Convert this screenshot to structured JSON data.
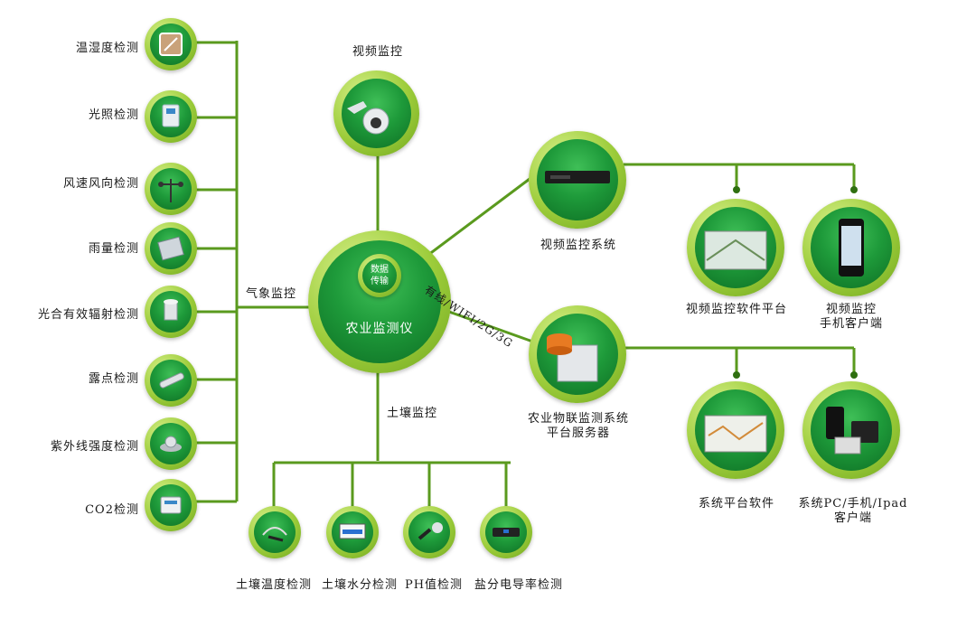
{
  "hub": {
    "label": "农业监测仪",
    "inner_label_1": "数据",
    "inner_label_2": "传输"
  },
  "connection_label": "有线/WIFI/2G/3G",
  "weather": {
    "group_label": "气象监控",
    "items": [
      "温湿度检测",
      "光照检测",
      "风速风向检测",
      "雨量检测",
      "光合有效辐射检测",
      "露点检测",
      "紫外线强度检测",
      "CO2检测"
    ]
  },
  "video": {
    "label": "视频监控"
  },
  "soil": {
    "group_label": "土壤监控",
    "items": [
      "土壤温度检测",
      "土壤水分检测",
      "PH值检测",
      "盐分电导率检测"
    ]
  },
  "video_system": {
    "label": "视频监控系统",
    "children": [
      {
        "label_1": "视频监控软件平台",
        "label_2": ""
      },
      {
        "label_1": "视频监控",
        "label_2": "手机客户端"
      }
    ]
  },
  "server": {
    "label_1": "农业物联监测系统",
    "label_2": "平台服务器",
    "children": [
      {
        "label_1": "系统平台软件",
        "label_2": ""
      },
      {
        "label_1": "系统PC/手机/Ipad",
        "label_2": "客户端"
      }
    ]
  },
  "colors": {
    "line": "#5a9a1e",
    "ring": "#9ccc3a",
    "core": "#1e9a3a"
  }
}
